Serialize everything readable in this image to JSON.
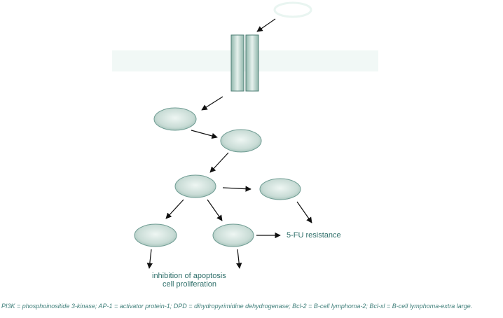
{
  "labels": {
    "resistance": "5-FU resistance",
    "outcome_line1": "inhibition of apoptosis",
    "outcome_line2": "cell proliferation"
  },
  "caption": "PI3K = phosphoinositide 3-kinase; AP-1 = activator protein-1; DPD = dihydropyrimidine dehydrogenase; Bcl-2 = B-cell lymphoma-2; Bcl-xl = B-cell lymphoma-extra large.",
  "colors": {
    "node_fill": "#c9dcd6",
    "node_stroke": "#6f9c93",
    "receptor_fill": "#a7c8bf",
    "text": "#2f6f6a",
    "arrow": "#111111"
  }
}
